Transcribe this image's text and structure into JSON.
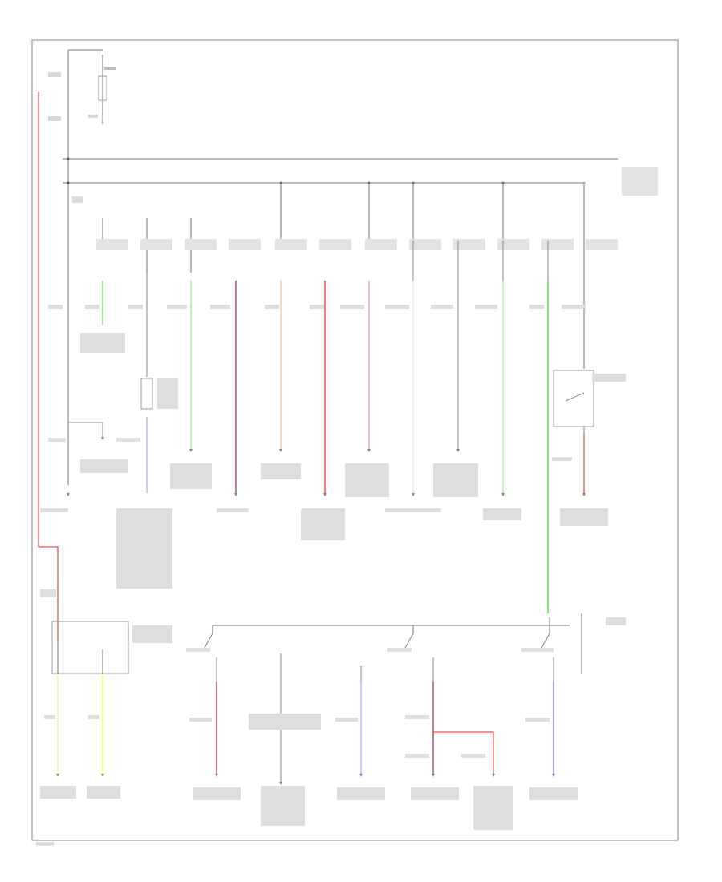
{
  "colors": {
    "frame": "#9a9a9a",
    "bus": "#777777",
    "red": "#f05050",
    "pink": "#f7a0a0",
    "green": "#66dd55",
    "light_green": "#a8ee98",
    "blue": "#7a7aff",
    "light_blue": "#b0b0ff",
    "maroon": "#a33a4a",
    "orange": "#ffbf90",
    "yellow": "#ffff55",
    "olive_yellow": "#eeeeaa",
    "gray": "#8a8a8a"
  },
  "wires": [
    {
      "id": "feed-left",
      "color": "red"
    },
    {
      "id": "fuse-1",
      "color": "green"
    },
    {
      "id": "fuse-2",
      "color": "light_blue"
    },
    {
      "id": "fuse-3",
      "color": "light_green"
    },
    {
      "id": "fuse-4",
      "color": "maroon"
    },
    {
      "id": "fuse-5",
      "color": "orange"
    },
    {
      "id": "fuse-6",
      "color": "red"
    },
    {
      "id": "fuse-7",
      "color": "pink"
    },
    {
      "id": "fuse-8",
      "color": "gray"
    },
    {
      "id": "fuse-9",
      "color": "gray"
    },
    {
      "id": "fuse-10",
      "color": "light_green"
    },
    {
      "id": "fuse-11",
      "color": "green"
    },
    {
      "id": "fuse-12",
      "color": "red"
    },
    {
      "id": "lower-1",
      "color": "olive_yellow"
    },
    {
      "id": "lower-2",
      "color": "yellow"
    },
    {
      "id": "lower-3",
      "color": "maroon"
    },
    {
      "id": "lower-4",
      "color": "gray"
    },
    {
      "id": "lower-5",
      "color": "light_blue"
    },
    {
      "id": "lower-6",
      "color": "maroon"
    },
    {
      "id": "lower-7",
      "color": "light_blue"
    }
  ]
}
